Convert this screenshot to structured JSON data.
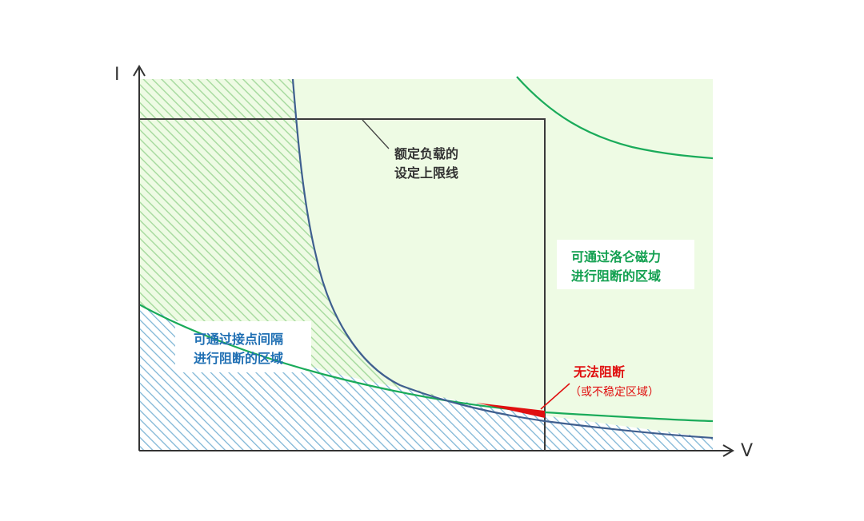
{
  "axes": {
    "y_label": "I",
    "x_label": "V"
  },
  "labels": {
    "rated_load": {
      "line1": "额定负载的",
      "line2": "设定上限线"
    },
    "lorentz_region": {
      "line1": "可通过洛仑磁力",
      "line2": "进行阻断的区域"
    },
    "contact_gap_region": {
      "line1": "可通过接点间隔",
      "line2": "进行阻断的区域"
    },
    "cannot_break": {
      "line1": "无法阻断",
      "line2": "（或不稳定区域）"
    }
  },
  "colors": {
    "axis": "#333333",
    "rated_box": "#3a3a3a",
    "blue_curve": "#3f5f8f",
    "green_curve": "#1aab5a",
    "light_green_fill": "#eefbe4",
    "green_hatch": "#a9dba1",
    "blue_hatch": "#7fb6d6",
    "blue_label": "#1f6fb3",
    "green_label": "#12a050",
    "red": "#e01010",
    "label_dark": "#333333"
  }
}
